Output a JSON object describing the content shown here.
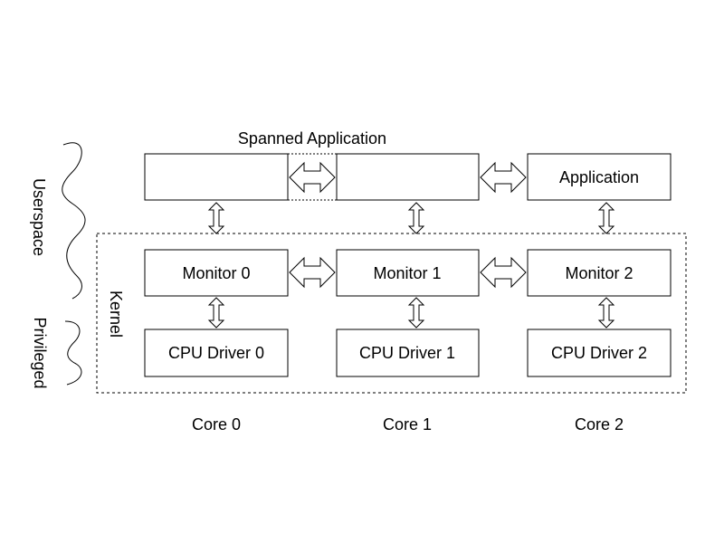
{
  "labels": {
    "spanned_application": "Spanned Application",
    "application": "Application",
    "userspace": "Userspace",
    "privileged": "Privileged",
    "kernel": "Kernel"
  },
  "monitors": [
    "Monitor 0",
    "Monitor 1",
    "Monitor 2"
  ],
  "cpu_drivers": [
    "CPU Driver 0",
    "CPU Driver 1",
    "CPU Driver 2"
  ],
  "cores": [
    "Core 0",
    "Core 1",
    "Core 2"
  ]
}
